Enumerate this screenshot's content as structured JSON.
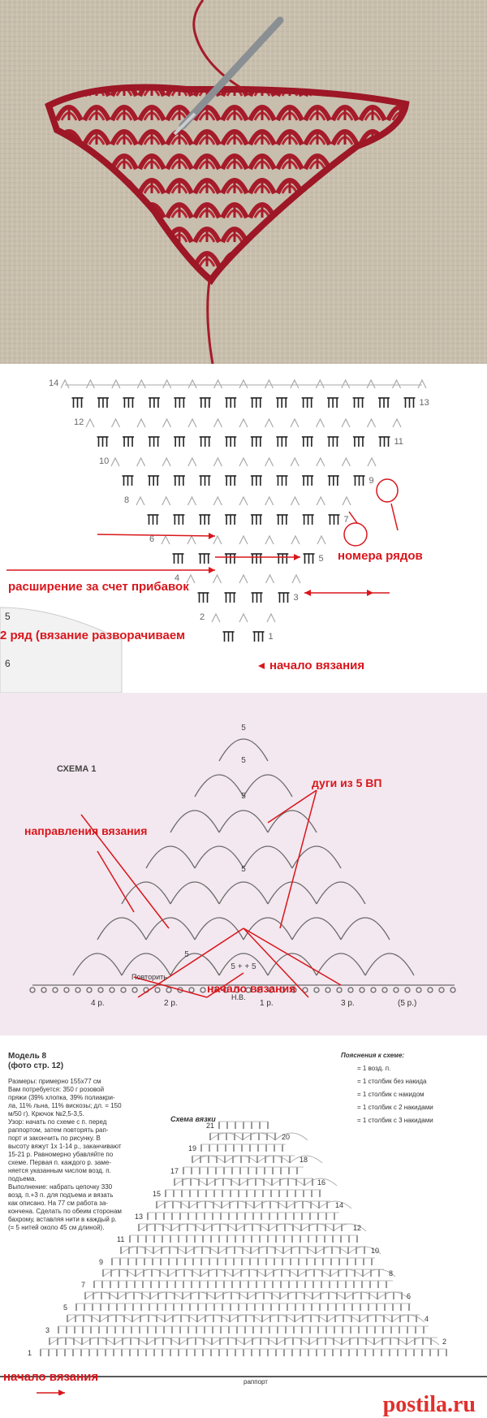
{
  "panel2": {
    "row_numbers": [
      "14",
      "13",
      "12",
      "11",
      "10",
      "9",
      "8",
      "7",
      "6",
      "5",
      "4",
      "3",
      "2",
      "1"
    ],
    "labels": {
      "row_numbers": "номера рядов",
      "expansion": "расширение за счет прибавок",
      "row2": "2 ряд (вязание разворачиваем",
      "start": "начало вязания"
    },
    "corner_numbers": [
      "5",
      "6"
    ]
  },
  "panel3": {
    "title": "СХЕМА 1",
    "labels": {
      "arcs": "дуги из 5 ВП",
      "directions": "направления вязания",
      "start": "начало вязания"
    },
    "row_marks": [
      "4 р.",
      "2 р.",
      "1 р.",
      "3 р.",
      "(5 р.)"
    ],
    "repeat": "Повторить",
    "nv": "Н.В.",
    "five_marks": [
      "5",
      "5",
      "5",
      "5",
      "5",
      "5 + + 5"
    ]
  },
  "panel4": {
    "title": "Модель 8",
    "subtitle": "(фото стр. 12)",
    "text_lines": [
      "Размеры: примерно 155х77 см",
      "Вам потребуется: 350 г розовой",
      "пряжи (39% хлопка, 39% полиакри-",
      "ла, 11% льна, 11% вискозы; дл. = 150",
      "м/50 г). Крючок №2,5-3,5.",
      "Узор: начать по схеме с п. перед",
      "раппортом, затем повторять рап-",
      "порт и закончить по рисунку. В",
      "высоту вяжут 1х 1-14 р., заканчивают",
      "15-21 р. Равномерно убавляйте по",
      "схеме. Первая п. каждого р. заме-",
      "няется указанным числом возд. п.",
      "подъема.",
      "Выполнение: набрать цепочку 330",
      "возд. п.+3 п. для подъема и вязать",
      "как описано. На 77 см работа за-",
      "кончена. Сделать по обеим сторонам",
      "бахрому, вставляя нити в каждый р.",
      "(= 5 нитей около 45 см длиной)."
    ],
    "legend_title": "Пояснения к схеме:",
    "legend": [
      "= 1 возд. п.",
      "= 1 столбик без накида",
      "= 1 столбик с накидом",
      "= 1 столбик с 2 накидами",
      "= 1 столбик с 3 накидами"
    ],
    "scheme_title": "Схема вязки",
    "row_numbers_left": [
      "21",
      "19",
      "17",
      "15",
      "13",
      "11",
      "9",
      "7",
      "5",
      "3",
      "1"
    ],
    "row_numbers_right": [
      "20",
      "18",
      "16",
      "14",
      "12",
      "10",
      "8",
      "6",
      "4",
      "2"
    ],
    "start_label": "начало вязания",
    "rapport": "раппорт"
  },
  "footer": {
    "logo": "postila.ru"
  }
}
